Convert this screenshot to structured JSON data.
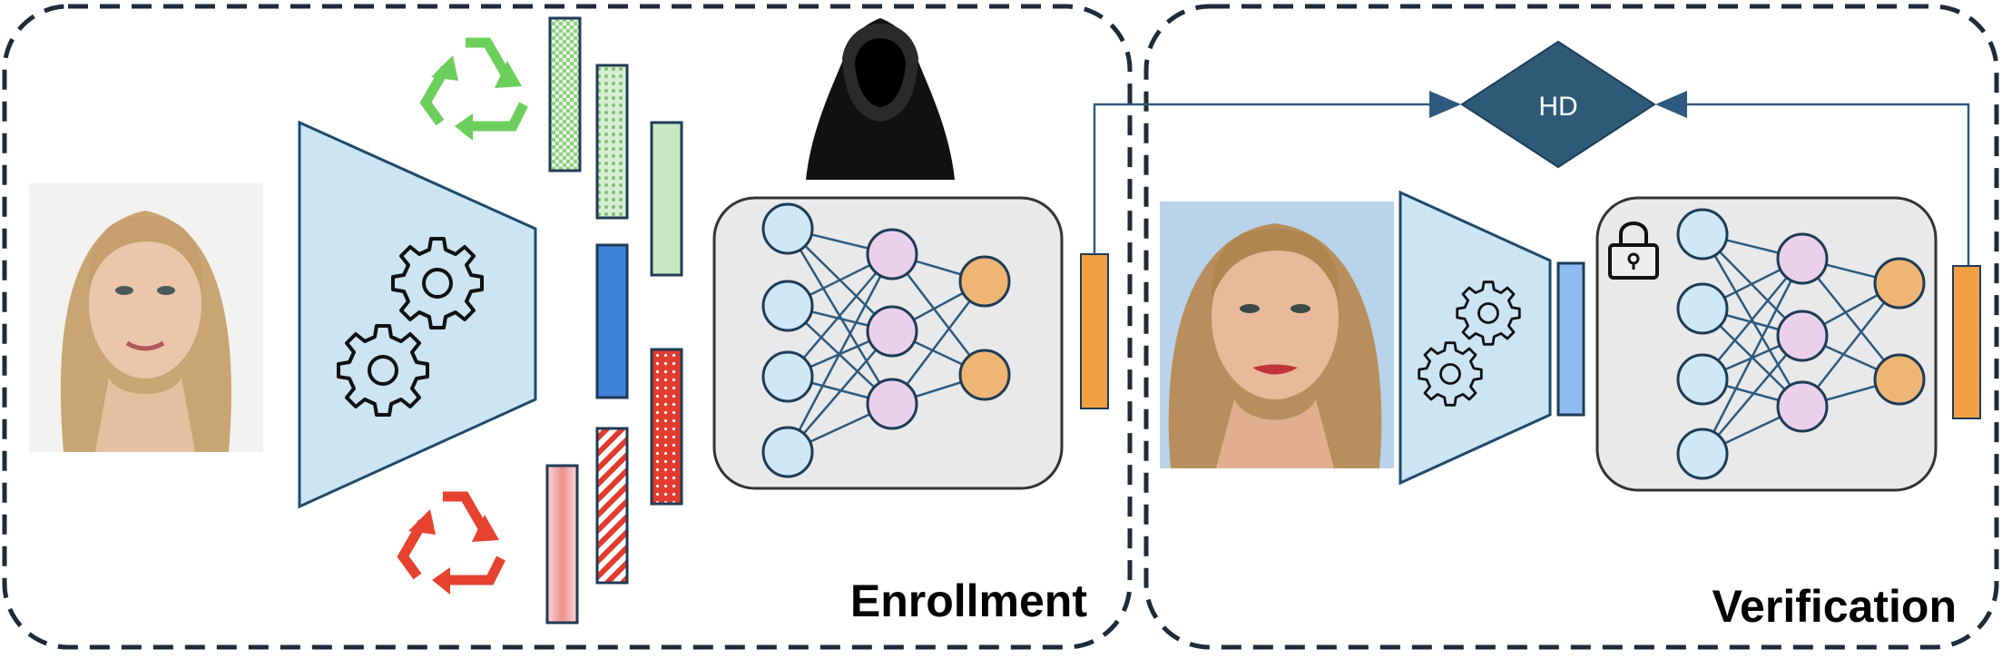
{
  "panels": {
    "enrollment": {
      "title": "Enrollment"
    },
    "verification": {
      "title": "Verification"
    }
  },
  "comparator": {
    "label": "HD"
  },
  "icons": {
    "recycle_top": "recycle-icon",
    "recycle_bottom": "recycle-icon",
    "attacker": "hooded-figure-icon",
    "lock": "lock-icon",
    "gears": "gear-icon"
  },
  "colors": {
    "panel_border": "#1d2b3a",
    "encoder_fill": "#cde4f3",
    "network_box": "#e9e9e9",
    "node_input": "#cfe8f6",
    "node_hidden": "#ead0ea",
    "node_output": "#eeb574",
    "edge": "#2d5a7e",
    "template_orange": "#f0a040",
    "feature_blue": "#3b82d8",
    "feature_red": "#e23b2e",
    "feature_green": "#c8e8c4",
    "recycle_green": "#6ccf5c",
    "recycle_red": "#e5422f",
    "hd_fill": "#2e5a78",
    "arrow": "#2d5a7e"
  }
}
